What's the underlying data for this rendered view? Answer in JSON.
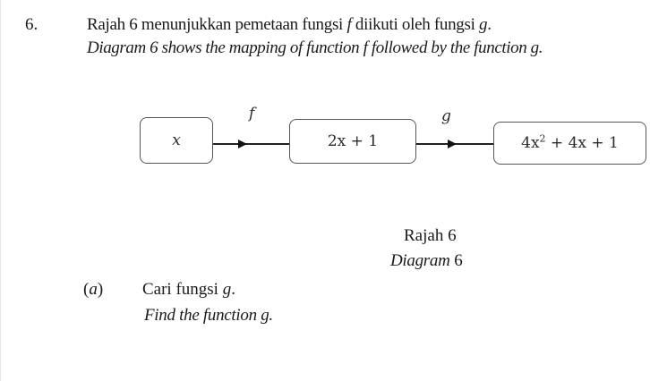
{
  "question": {
    "number": "6.",
    "malay": {
      "before_f": "Rajah 6 menunjukkan pemetaan fungsi ",
      "f": "f",
      "middle": " diikuti oleh fungsi ",
      "g": "g",
      "end": "."
    },
    "english": "Diagram 6 shows the mapping of function f followed by the function g."
  },
  "diagram": {
    "boxes": [
      {
        "id": "domain",
        "label": "x"
      },
      {
        "id": "f_image",
        "label": "2x + 1"
      },
      {
        "id": "g_image",
        "base": "4x",
        "exponent": "2",
        "rest": " + 4x + 1"
      }
    ],
    "arrows": [
      {
        "label": "f",
        "from": "domain",
        "to": "f_image"
      },
      {
        "label": "g",
        "from": "f_image",
        "to": "g_image"
      }
    ],
    "colors": {
      "box_border": "#555555",
      "arrow": "#111111",
      "text": "#2a2a2a"
    }
  },
  "caption": {
    "malay_word": "Rajah",
    "english_word": "Diagram",
    "number": "6"
  },
  "part_a": {
    "label_open": "(",
    "label_letter": "a",
    "label_close": ")",
    "malay": "Cari fungsi ",
    "malay_var": "g",
    "malay_end": ".",
    "english": "Find the function g."
  }
}
